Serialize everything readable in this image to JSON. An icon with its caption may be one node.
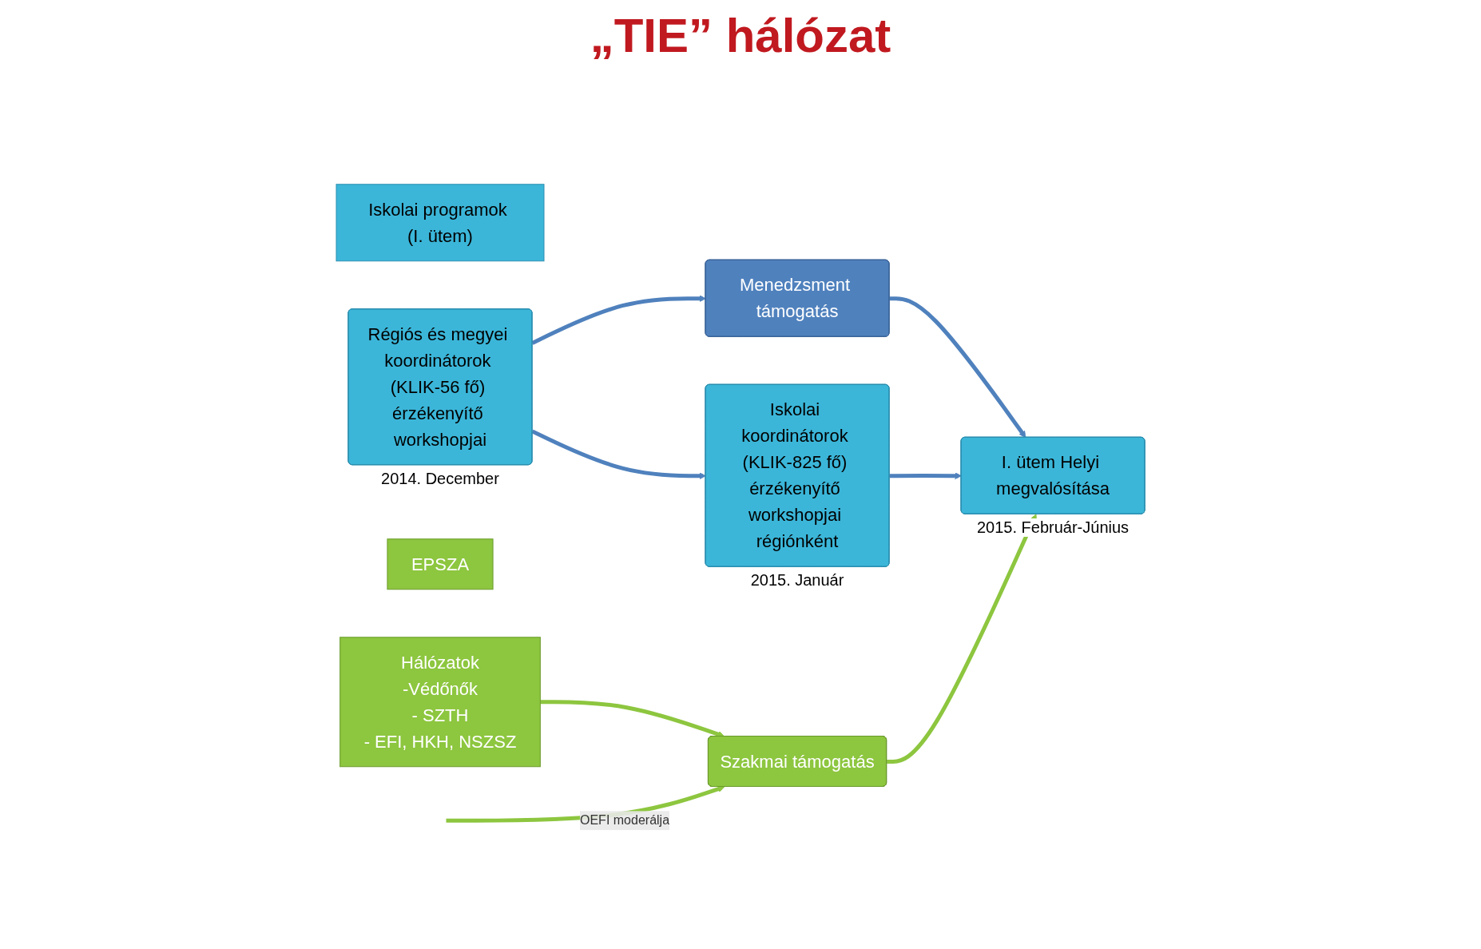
{
  "diagram": {
    "title": "„TIE” hálózat",
    "nodes": [
      {
        "text": [
          "Iskolai programok (I. ütem)"
        ]
      },
      {
        "text": [
          "Menedzsment támogatás"
        ]
      },
      {
        "text": [
          "Hálózatok",
          "-Védőnők",
          "- SZTH",
          "- EFI, HKH, NSZSZ"
        ]
      },
      {
        "text": [
          "EPSZA"
        ]
      },
      {
        "text": [
          "Régiós és megyei koordinátorok (KLIK-56 fő) érzékenyítő workshopjai"
        ],
        "beside": [
          "2014. December"
        ]
      },
      {
        "text": [
          "Iskolai koordinátorok (KLIK-825 fő) érzékenyítő workshopjai régiónként"
        ],
        "beside": [
          "2015. Január"
        ]
      },
      {
        "text": [
          "I. ütem Helyi megvalósítása"
        ],
        "beside": [
          "2015. Február-Június"
        ]
      },
      {
        "text": [
          "Szakmai támogatás"
        ]
      }
    ],
    "edges": [
      {
        "from": 4,
        "to": 1,
        "arrow": "to"
      },
      {
        "from": 1,
        "to": 6,
        "arrow": "to"
      },
      {
        "from": 4,
        "to": 5,
        "arrow": "to"
      },
      {
        "from": 5,
        "to": 6,
        "arrow": "to"
      },
      {
        "from": 2,
        "to": 7,
        "arrow": "to",
        "color": "#8dc63f"
      },
      {
        "from": 7,
        "to": 6,
        "arrow": "to",
        "color": "#8dc63f"
      },
      {
        "from": null,
        "to": 7,
        "arrow": "to",
        "label": "OEFI moderálja",
        "color": "#8dc63f"
      }
    ]
  }
}
